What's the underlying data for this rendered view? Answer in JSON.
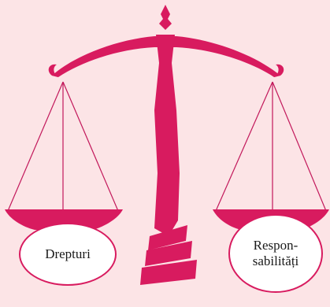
{
  "diagram": {
    "left_label": "Drepturi",
    "right_label_line1": "Respon-",
    "right_label_line2": "sabilități"
  },
  "colors": {
    "background": "#fce4e6",
    "scale": "#d81b5f",
    "string": "#c2185b",
    "label_fill": "#ffffff"
  }
}
